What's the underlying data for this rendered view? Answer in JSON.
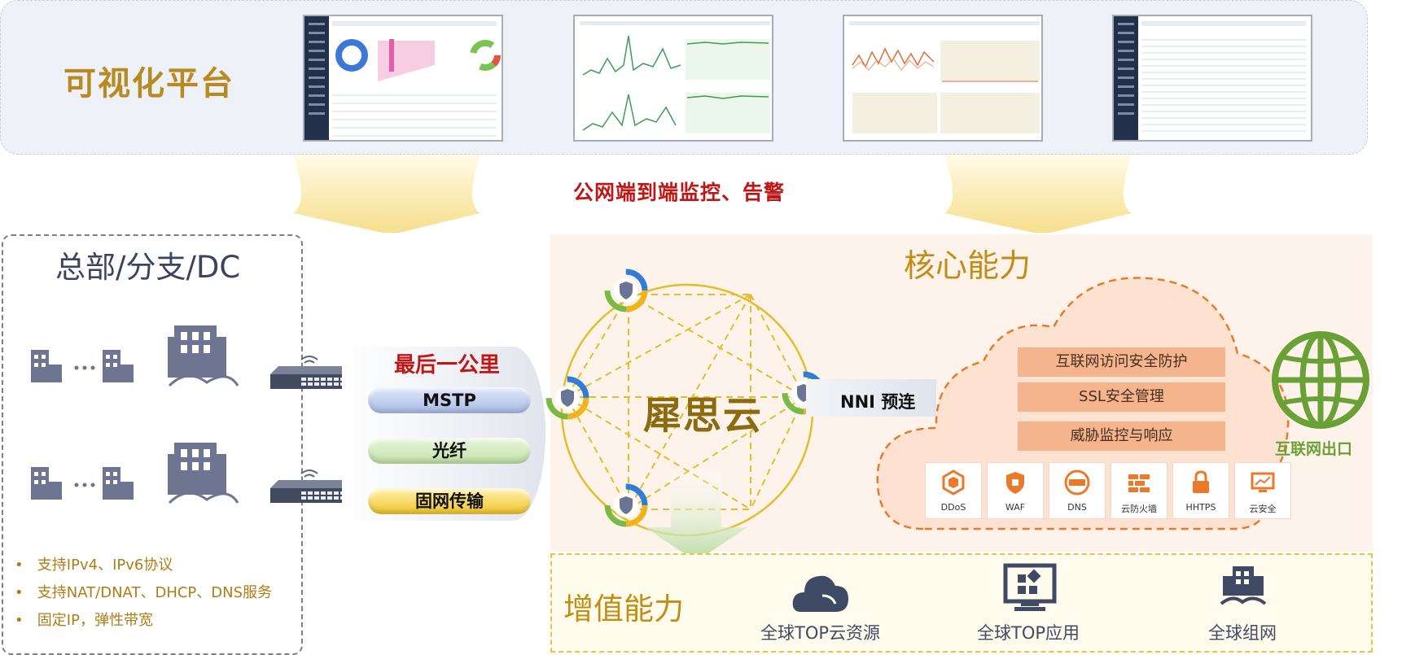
{
  "platform": {
    "title": "可视化平台"
  },
  "monitor": {
    "text": "公网端到端监控、告警"
  },
  "hq": {
    "title": "总部/分支/DC",
    "bullets": [
      "支持IPv4、IPv6协议",
      "支持NAT/DNAT、DHCP、DNS服务",
      "固定IP，弹性带宽"
    ]
  },
  "last_mile": {
    "title": "最后一公里",
    "tubes": [
      "MSTP",
      "光纤",
      "固网传输"
    ]
  },
  "core": {
    "title": "核心能力",
    "cloud_name": "犀思云",
    "nni": "NNI 预连",
    "security": [
      "互联网访问安全防护",
      "SSL安全管理",
      "威胁监控与响应"
    ],
    "services": [
      "DDoS",
      "WAF",
      "DNS",
      "云防火墙",
      "HHTPS",
      "云安全"
    ],
    "internet_exit": "互联网出口"
  },
  "value_added": {
    "title": "增值能力",
    "items": [
      "全球TOP云资源",
      "全球TOP应用",
      "全球组网"
    ]
  },
  "colors": {
    "gold": "#c58b14",
    "red": "#c01616",
    "orange_dash": "#ea7a2a",
    "green": "#6aa137",
    "navy": "#3c4262"
  }
}
